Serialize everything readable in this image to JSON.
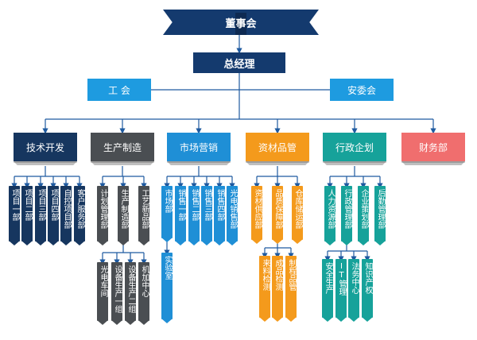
{
  "board": "董事会",
  "ceo": "总经理",
  "union": "工 会",
  "safety": "安委会",
  "colors": {
    "navy": "#16365f",
    "gray": "#4a4e52",
    "blue": "#1f8fd6",
    "orange": "#f49a1c",
    "teal": "#16a29a",
    "red": "#f06e6e",
    "line": "#1e5aa0"
  },
  "departments": {
    "tech": {
      "name": "技术开发",
      "subs": [
        "项目一部",
        "项目二部",
        "项目三部",
        "项目四部",
        "自控项目部",
        "客户服务部"
      ]
    },
    "prod": {
      "name": "生产制造",
      "subs": [
        "计划管理部",
        "生产制造部",
        "工艺新品部"
      ],
      "subs2": [
        "光电车间",
        "设备生产一组",
        "设备生产二组",
        "机加中心"
      ]
    },
    "mkt": {
      "name": "市场营销",
      "subs": [
        "市场部",
        "销售一部",
        "销售二部",
        "销售三部",
        "销售四部",
        "光电销售部"
      ],
      "subs2": [
        "实验室"
      ]
    },
    "mat": {
      "name": "资材品管",
      "subs": [
        "资材供应部",
        "品质保障部",
        "仓库储运部"
      ],
      "subs2": [
        "来料检测",
        "成品检测",
        "制程品管"
      ]
    },
    "adm": {
      "name": "行政企划",
      "subs": [
        "人力资源部",
        "行政管理部",
        "企业策划部",
        "后勤管理部"
      ],
      "subs2": [
        "安全生产",
        "IT管理",
        "法务中心",
        "知识产权"
      ]
    },
    "fin": {
      "name": "财务部"
    }
  }
}
